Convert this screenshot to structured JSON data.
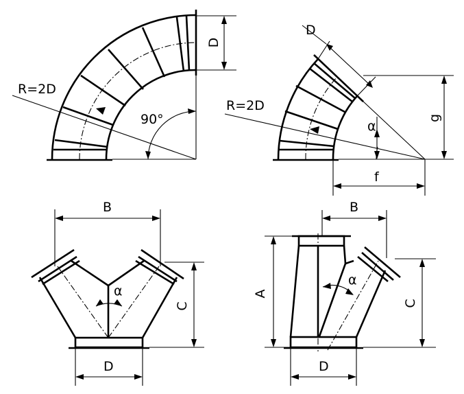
{
  "figures": [
    {
      "id": "elbow-90",
      "labels": {
        "diameter": "D",
        "radius": "R=2D",
        "angle": "90°"
      }
    },
    {
      "id": "elbow-angle",
      "labels": {
        "diameter": "D",
        "radius": "R=2D",
        "angle": "α",
        "height": "g",
        "offset": "f"
      }
    },
    {
      "id": "y-branch-symmetric",
      "labels": {
        "width": "B",
        "height": "C",
        "angle": "α",
        "diameter": "D"
      }
    },
    {
      "id": "y-branch-side",
      "labels": {
        "width": "B",
        "total_height": "A",
        "branch_height": "C",
        "angle": "α",
        "diameter": "D"
      }
    }
  ]
}
